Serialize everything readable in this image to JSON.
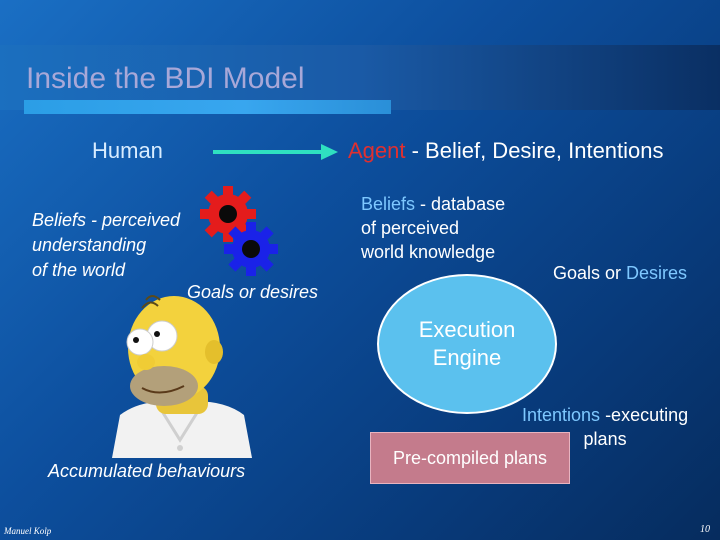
{
  "slide": {
    "title": "Inside the BDI Model",
    "human_label": "Human",
    "agent_label_part1": "Agent",
    "agent_label_part2": " - Belief, Desire, Intentions",
    "beliefs_human_line1": "Beliefs - perceived",
    "beliefs_human_line2": "understanding",
    "beliefs_human_line3": "of the world",
    "goals_human": "Goals or desires",
    "accumulated": "Accumulated behaviours",
    "beliefs_agent_word": "Beliefs",
    "beliefs_agent_rest1": " - database",
    "beliefs_agent_line2": "of perceived",
    "beliefs_agent_line3": "world knowledge",
    "goals_agent_part1": "Goals or ",
    "goals_agent_part2": "Desires",
    "engine_line1": "Execution",
    "engine_line2": "Engine",
    "intentions_word": "Intentions",
    "intentions_rest": " -executing",
    "intentions_line2": "plans",
    "precompiled": "Pre-compiled plans",
    "footer_author": "Manuel Kolp",
    "page_number": "10"
  },
  "colors": {
    "background": "#0d4f9e",
    "title": "#a8a8d8",
    "accent_red": "#e03030",
    "accent_light_blue": "#7ec8ff",
    "engine_fill": "#5bc1ee",
    "precompiled_fill": "#c47b8c",
    "arrow": "#2fe0c0"
  },
  "icons": [
    "red-gear-icon",
    "blue-gear-icon",
    "homer-figure",
    "right-arrow-icon"
  ]
}
